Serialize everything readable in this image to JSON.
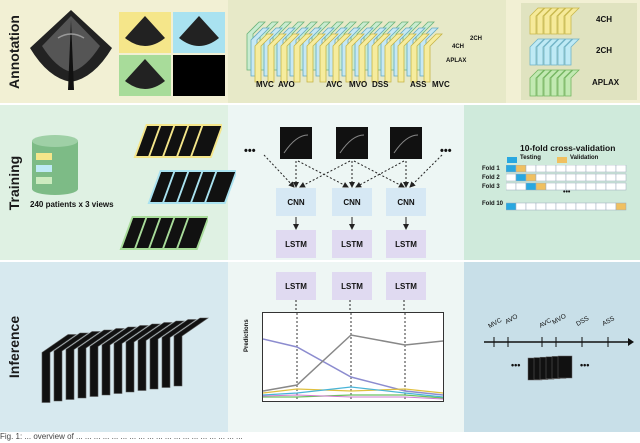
{
  "rows": {
    "annotation": "Annotation",
    "training": "Training",
    "inference": "Inference"
  },
  "annotation": {
    "views": [
      "4CH",
      "2CH",
      "APLAX"
    ],
    "events_top": [
      "MVC",
      "AVO",
      "AVC",
      "MVO",
      "DSS",
      "ASS",
      "MVC"
    ],
    "stack_labels": [
      "4CH",
      "2CH",
      "APLAX"
    ]
  },
  "training": {
    "patients": "240 patients x 3 views",
    "cv_title": "10-fold cross-validation",
    "legend_testing": "Testing",
    "legend_validation": "Validation",
    "folds": [
      "Fold 1",
      "Fold 2",
      "Fold 3",
      "Fold 10"
    ],
    "ellipsis": "•••"
  },
  "model": {
    "cnn": "CNN",
    "lstm": "LSTM",
    "dots": "•••"
  },
  "inference": {
    "ylabel": "Predictions",
    "timeline_events": [
      "MVC",
      "AVO",
      "AVC",
      "MVO",
      "DSS",
      "ASS"
    ],
    "dots": "•••"
  },
  "caption": "Fig. 1: ... overview of ... ... ... ... ... ... ... ... ... ... ... ... ... ... ... ... ... ... ..."
}
